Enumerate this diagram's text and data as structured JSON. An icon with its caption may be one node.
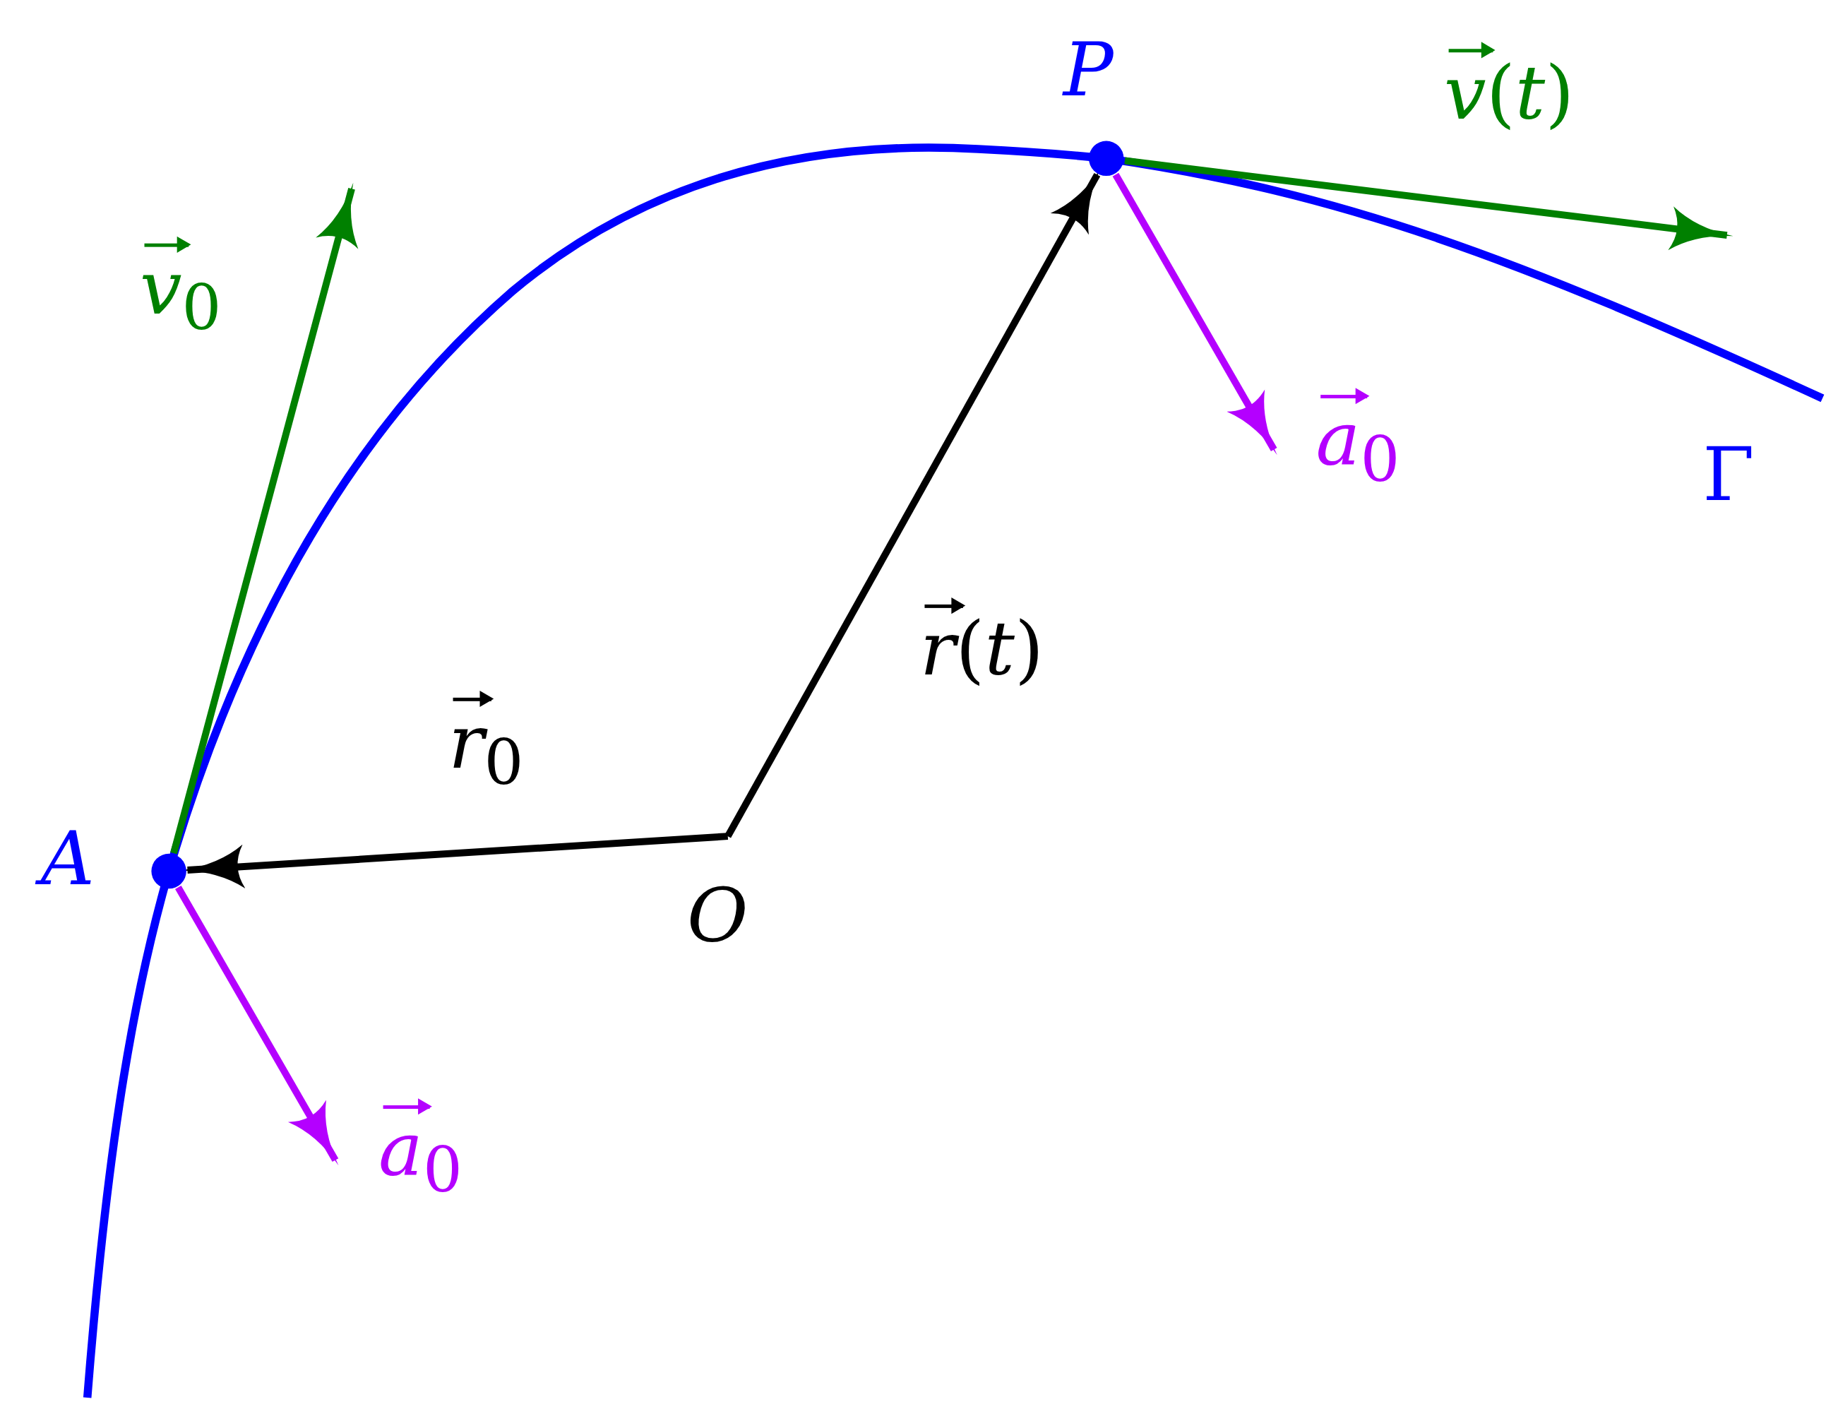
{
  "diagram": {
    "nodes": [
      {
        "text": [
          "*A*"
        ]
      },
      {
        "text": [
          "*P*"
        ]
      },
      {
        "text": [
          "*O*"
        ]
      }
    ],
    "edges": [
      {
        "from": 2,
        "to": 0,
        "arrow": "to",
        "label": "*r*$_{0}$",
        "color": "#000000"
      },
      {
        "from": 2,
        "to": 1,
        "arrow": "to",
        "label": "*r*(*t*)",
        "color": "#000000"
      },
      {
        "from": 0,
        "to": null,
        "arrow": "to",
        "label": "*v*$_{0}$",
        "color": "#008000"
      },
      {
        "from": 0,
        "to": null,
        "arrow": "to",
        "label": "*a*$_{0}$",
        "color": "#b400ff"
      },
      {
        "from": 1,
        "to": null,
        "arrow": "to",
        "label": "*v*(*t*)",
        "color": "#008000"
      },
      {
        "from": 1,
        "to": null,
        "arrow": "to",
        "label": "*a*$_{0}$",
        "color": "#b400ff"
      }
    ],
    "labels": [
      "Γ"
    ]
  }
}
